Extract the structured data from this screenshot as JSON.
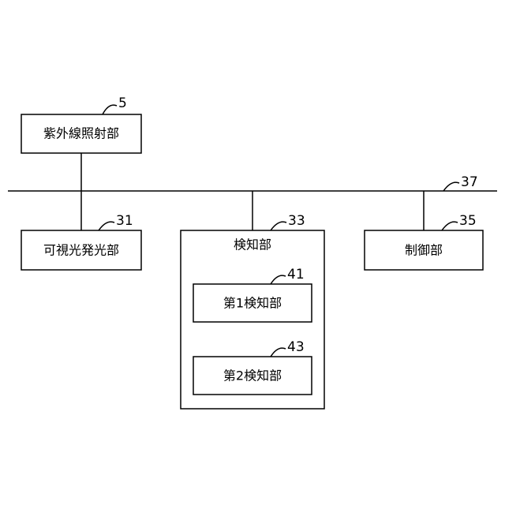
{
  "blocks": {
    "uv_irradiation": {
      "label": "紫外線照射部",
      "ref": "5"
    },
    "visible_light": {
      "label": "可視光発光部",
      "ref": "31"
    },
    "detection": {
      "label": "検知部",
      "ref": "33"
    },
    "first_detection": {
      "label": "第1検知部",
      "ref": "41"
    },
    "second_detection": {
      "label": "第2検知部",
      "ref": "43"
    },
    "control": {
      "label": "制御部",
      "ref": "35"
    }
  },
  "bus": {
    "ref": "37"
  }
}
